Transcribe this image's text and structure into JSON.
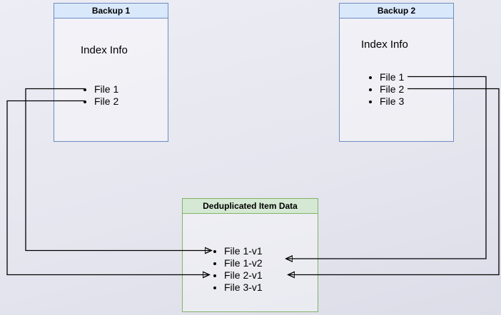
{
  "backup1": {
    "title": "Backup 1",
    "body_label": "Index Info",
    "items": [
      "File 1",
      "File 2"
    ]
  },
  "backup2": {
    "title": "Backup 2",
    "body_label": "Index Info",
    "items": [
      "File 1",
      "File 2",
      "File 3"
    ]
  },
  "dedup": {
    "title": "Deduplicated Item Data",
    "items": [
      "File 1-v1",
      "File 1-v2",
      "File 2-v1",
      "File 3-v1"
    ]
  },
  "connections": [
    {
      "from": "Backup 1 / File 1",
      "to": "File 1-v1",
      "direction": "left-around"
    },
    {
      "from": "Backup 1 / File 2",
      "to": "File 2-v1",
      "direction": "left-around"
    },
    {
      "from": "Backup 2 / File 1",
      "to": "File 1-v2",
      "direction": "right-around"
    },
    {
      "from": "Backup 2 / File 2",
      "to": "File 2-v1",
      "direction": "right-around"
    }
  ],
  "colors": {
    "backup_header_fill": "#dae8fc",
    "backup_border": "#6c8ebf",
    "dedup_header_fill": "#d5e8d4",
    "dedup_border": "#82b366",
    "arrow": "#000000",
    "background": "#e6e6ef"
  }
}
